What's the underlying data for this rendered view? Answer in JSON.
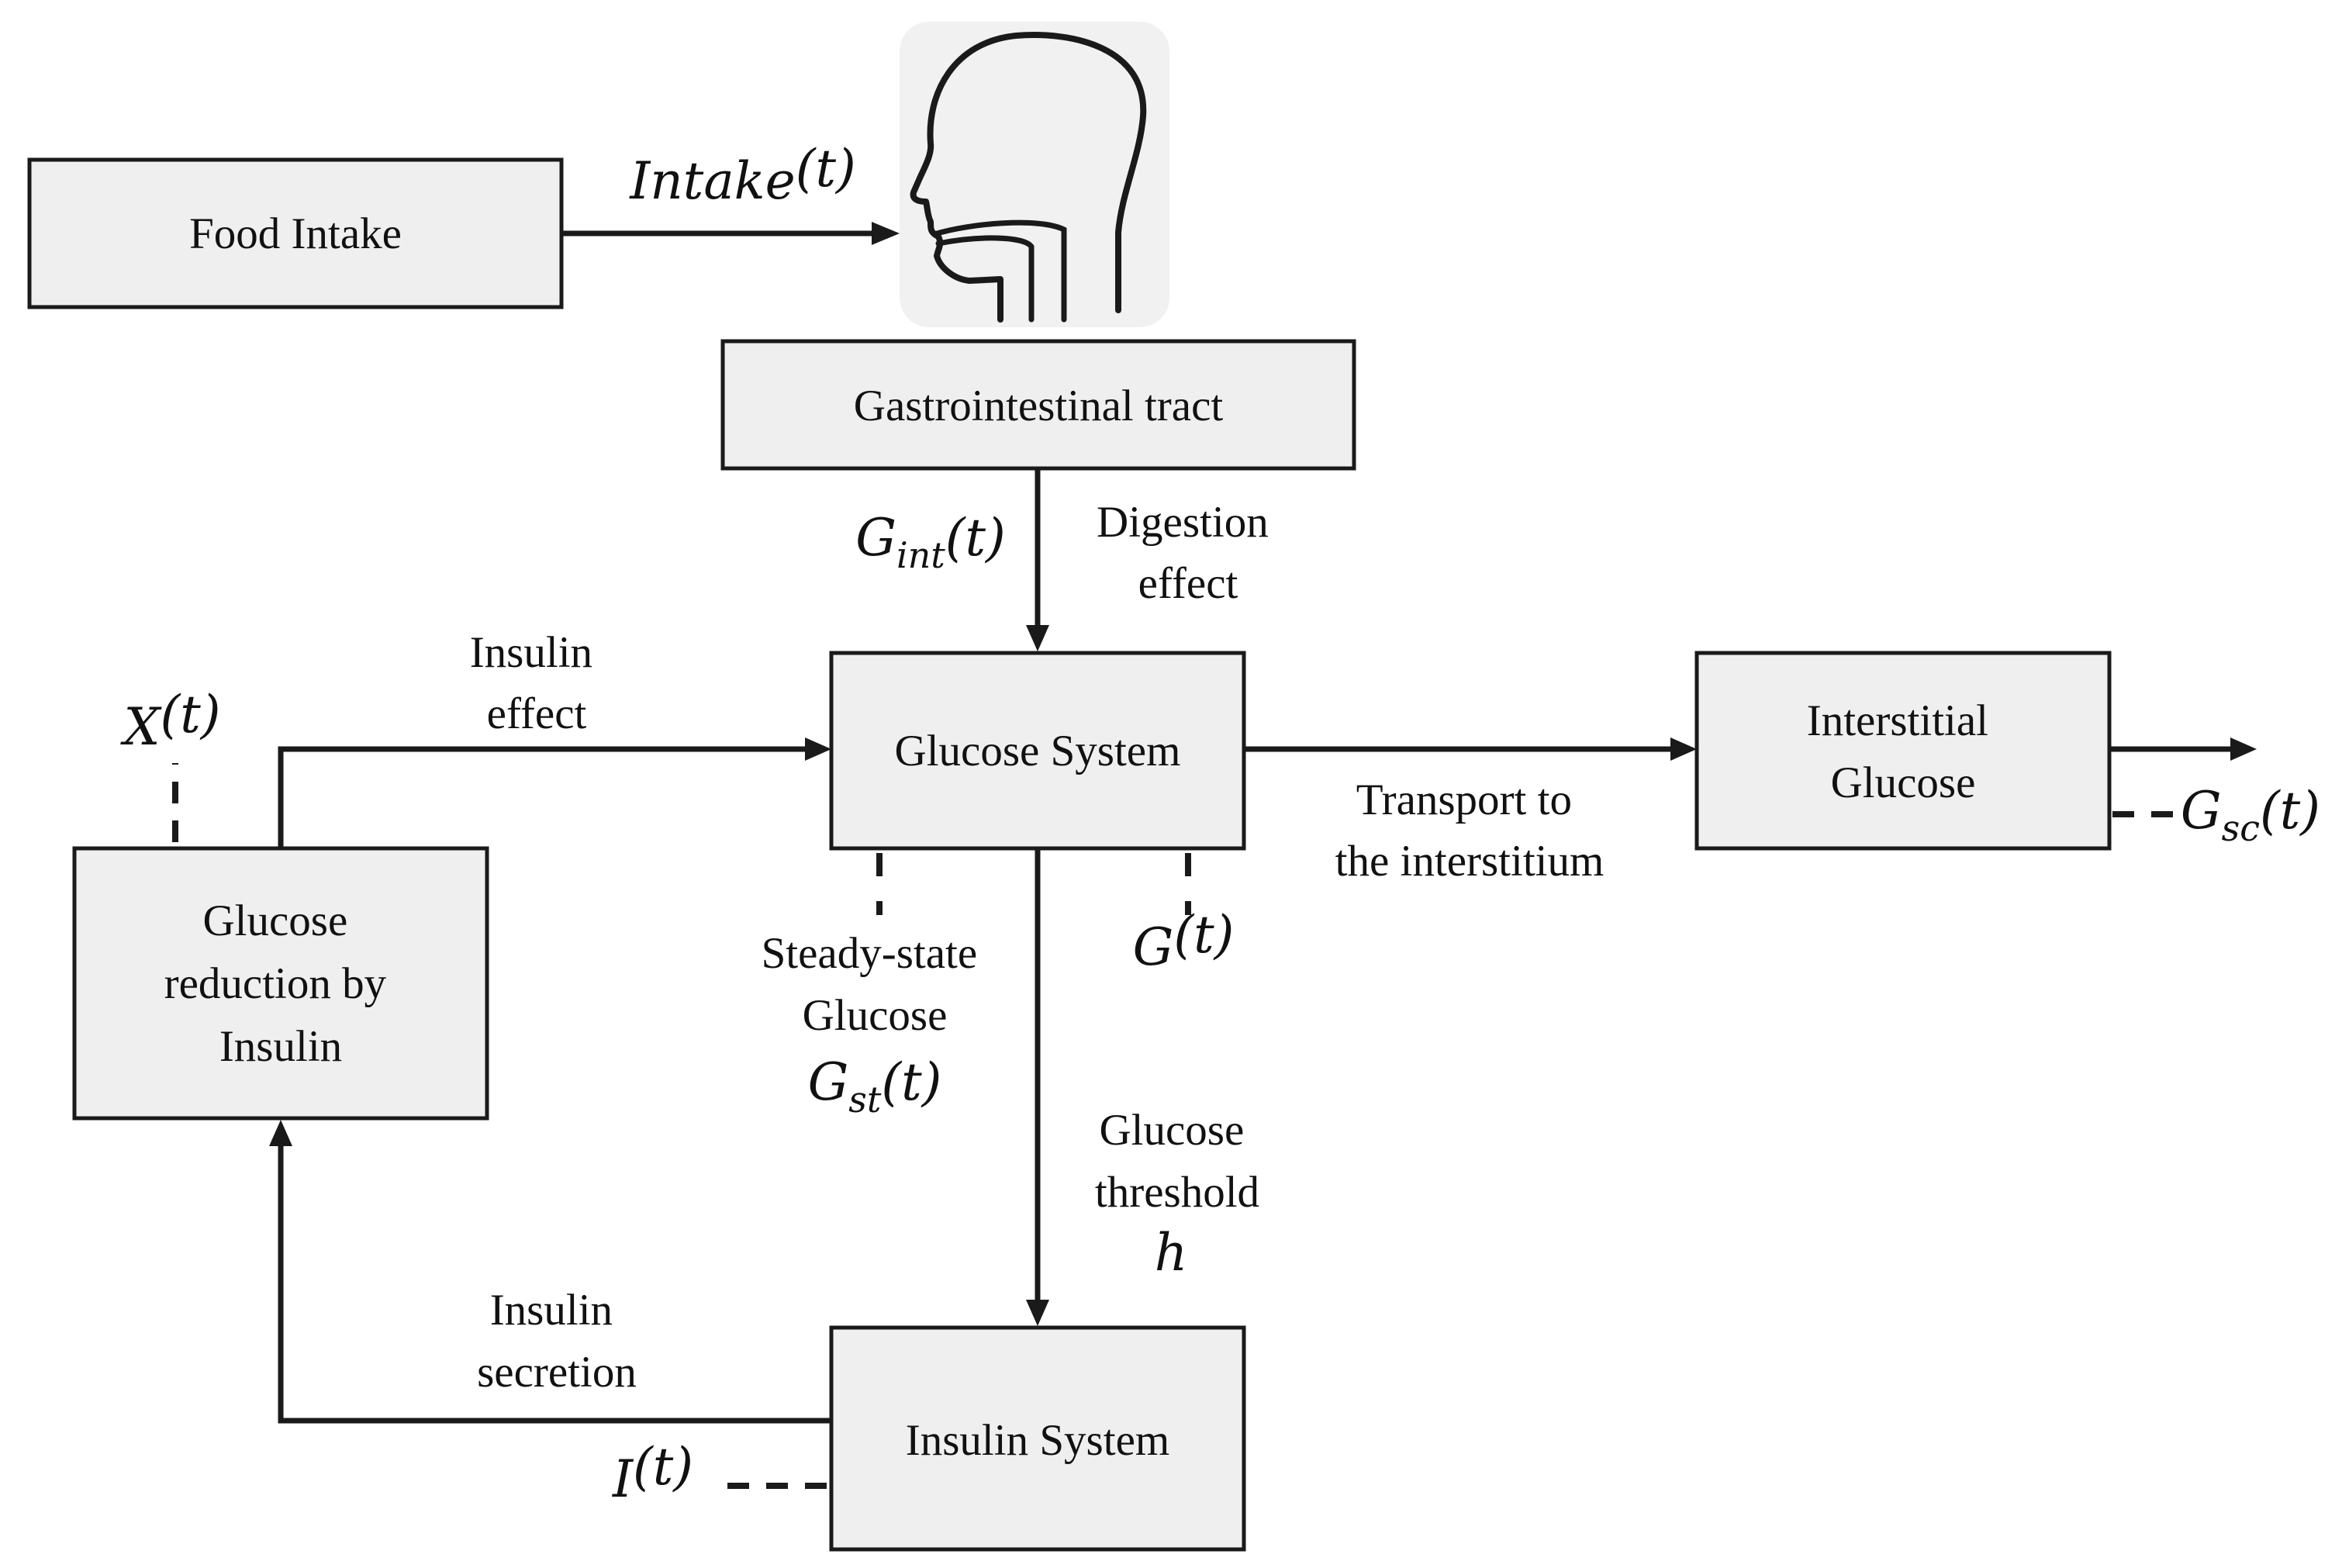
{
  "diagram": {
    "boxes": {
      "food_intake": [
        "Food Intake"
      ],
      "gastro": [
        "Gastrointestinal tract"
      ],
      "glucose_system": [
        "Glucose System"
      ],
      "interstitial": [
        "Interstitial",
        "Glucose"
      ],
      "glucose_reduction": [
        "Glucose",
        "reduction by",
        "Insulin"
      ],
      "insulin_system": [
        "Insulin System"
      ]
    },
    "labels": {
      "digestion_effect": [
        "Digestion",
        "effect"
      ],
      "insulin_effect": [
        "Insulin",
        "effect"
      ],
      "transport": [
        "Transport to",
        "the interstitium"
      ],
      "steady_state": [
        "Steady-state",
        "Glucose"
      ],
      "threshold": [
        "Glucose",
        "threshold"
      ],
      "insulin_secretion": [
        "Insulin",
        "secretion"
      ]
    },
    "math": {
      "intake": {
        "base": "Intake",
        "sub": "",
        "arg": "(t)"
      },
      "g_int": {
        "base": "G",
        "sub": "int",
        "arg": "(t)"
      },
      "x": {
        "base": "X",
        "sub": "",
        "arg": "(t)"
      },
      "g_sc": {
        "base": "G",
        "sub": "sc",
        "arg": "(t)"
      },
      "g": {
        "base": "G",
        "sub": "",
        "arg": "(t)"
      },
      "g_st": {
        "base": "G",
        "sub": "st",
        "arg": "(t)"
      },
      "h": {
        "base": "h",
        "sub": "",
        "arg": ""
      },
      "i": {
        "base": "I",
        "sub": "",
        "arg": "(t)"
      }
    }
  }
}
